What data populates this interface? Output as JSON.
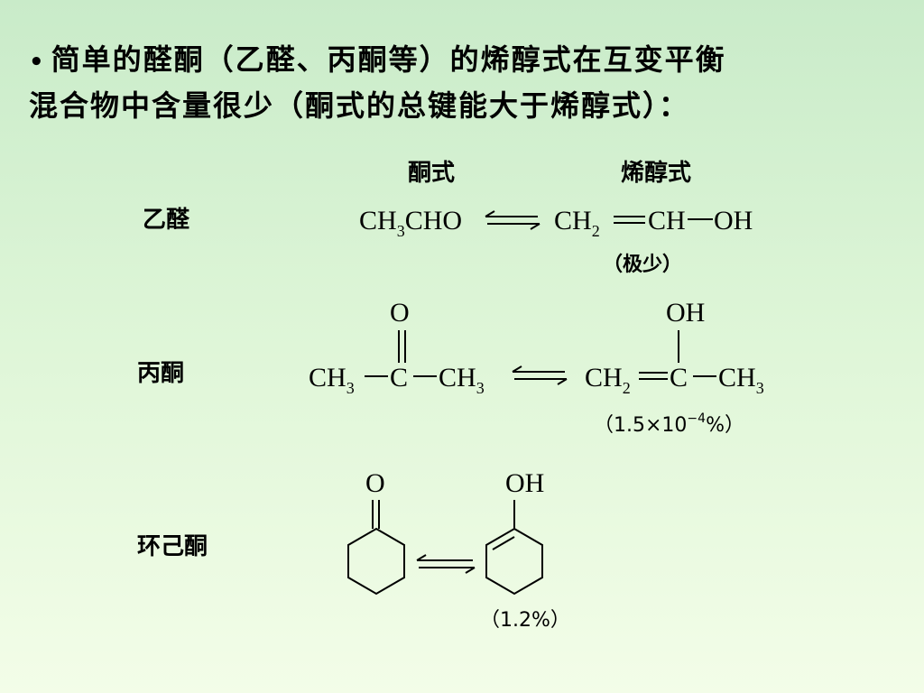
{
  "heading": {
    "bullet": "•",
    "line1": "简单的醛酮（乙醛、丙酮等）的烯醇式在互变平衡",
    "line2": "混合物中含量很少（酮式的总键能大于烯醇式）："
  },
  "columns": {
    "keto": "酮式",
    "enol": "烯醇式"
  },
  "rows": [
    {
      "name": "乙醛",
      "keto_formula": [
        "CH",
        "3",
        "CHO"
      ],
      "enol_formula": [
        "CH",
        "2",
        "CH",
        "OH"
      ],
      "note": "（极少）"
    },
    {
      "name": "丙酮",
      "keto_top": "O",
      "keto_parts": [
        "CH",
        "3",
        "C",
        "CH",
        "3"
      ],
      "enol_top": "OH",
      "enol_parts": [
        "CH",
        "2",
        "C",
        "CH",
        "3"
      ],
      "note_prefix": "（1.5×10",
      "note_exp": "−4",
      "note_suffix": "%）"
    },
    {
      "name": "环己酮",
      "keto_top": "O",
      "enol_top": "OH",
      "note": "（1.2%）"
    }
  ]
}
